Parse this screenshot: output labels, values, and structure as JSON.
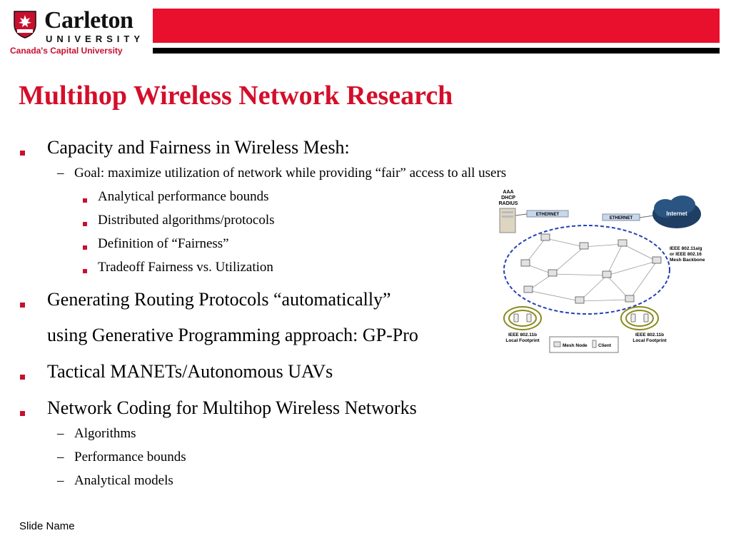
{
  "header": {
    "university_name": "Carleton",
    "university_sub": "UNIVERSITY",
    "tagline": "Canada's Capital University",
    "brand_red": "#e8102d"
  },
  "slide": {
    "title": "Multihop Wireless Network Research",
    "bullets": {
      "b1": "Capacity and Fairness in Wireless Mesh:",
      "b1_sub": "Goal: maximize utilization of network while providing “fair” access to all users",
      "b1_items": [
        "Analytical performance bounds",
        "Distributed algorithms/protocols",
        "Definition of “Fairness”",
        "Tradeoff Fairness vs. Utilization"
      ],
      "b2_line1": "Generating Routing Protocols “automatically”",
      "b2_line2": "using Generative Programming approach: GP-Pro",
      "b3": "Tactical MANETs/Autonomous UAVs",
      "b4": "Network Coding for Multihop Wireless Networks",
      "b4_items": [
        "Algorithms",
        "Performance bounds",
        "Analytical models"
      ]
    },
    "dash": "–"
  },
  "diagram": {
    "server_label": [
      "AAA",
      "DHCP",
      "RADIUS"
    ],
    "ethernet_left": "ETHERNET",
    "ethernet_right": "ETHERNET",
    "cloud_label": "Internet",
    "backbone_label": [
      "IEEE 802.11a/g",
      "or IEEE 802.16",
      "Mesh Backbone"
    ],
    "footprint_left": [
      "IEEE 802.11b",
      "Local Footprint"
    ],
    "footprint_right": [
      "IEEE 802.11b",
      "Local Footprint"
    ],
    "legend_mesh": "Mesh Node",
    "legend_client": "Client"
  },
  "footer": {
    "slide_name": "Slide Name"
  }
}
